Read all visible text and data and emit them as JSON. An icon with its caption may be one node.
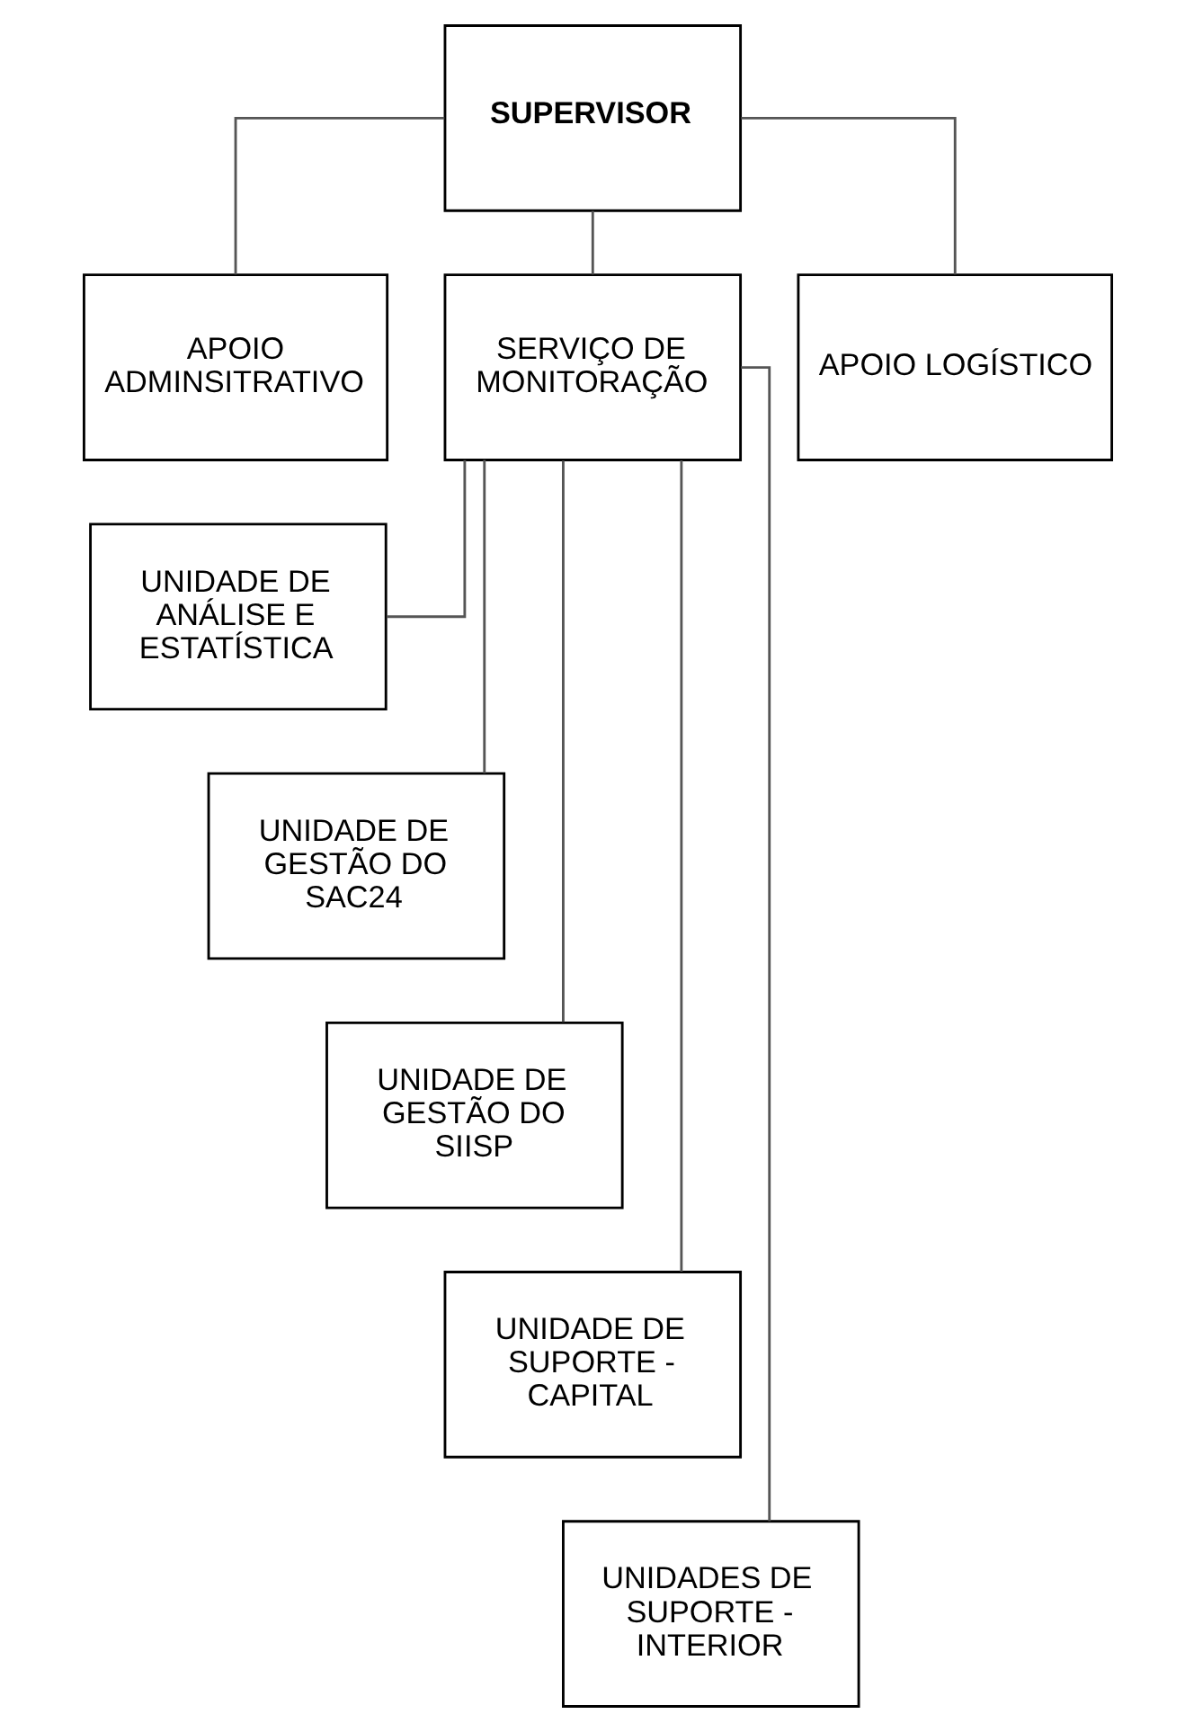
{
  "diagram": {
    "nodes": [
      {
        "text": [
          "SUPERVISOR"
        ]
      },
      {
        "text": [
          "APOIO ADMINSITRATIVO"
        ]
      },
      {
        "text": [
          "SERVIÇO DE MONITORAÇÃO"
        ]
      },
      {
        "text": [
          "APOIO LOGÍSTICO"
        ]
      },
      {
        "text": [
          "UNIDADE DE ANÁLISE E ESTATÍSTICA"
        ]
      },
      {
        "text": [
          "UNIDADE DE GESTÃO DO SAC24"
        ]
      },
      {
        "text": [
          "UNIDADE DE GESTÃO DO SIISP"
        ]
      },
      {
        "text": [
          "UNIDADE DE SUPORTE - CAPITAL"
        ]
      },
      {
        "text": [
          "UNIDADES DE SUPORTE - INTERIOR"
        ]
      }
    ],
    "edges": [
      {
        "from": 0,
        "to": 1,
        "arrow": "none"
      },
      {
        "from": 0,
        "to": 2,
        "arrow": "none"
      },
      {
        "from": 0,
        "to": 3,
        "arrow": "none"
      },
      {
        "from": 2,
        "to": 4,
        "arrow": "none"
      },
      {
        "from": 2,
        "to": 5,
        "arrow": "none"
      },
      {
        "from": 2,
        "to": 6,
        "arrow": "none"
      },
      {
        "from": 2,
        "to": 7,
        "arrow": "none"
      },
      {
        "from": 2,
        "to": 8,
        "arrow": "none"
      }
    ]
  }
}
